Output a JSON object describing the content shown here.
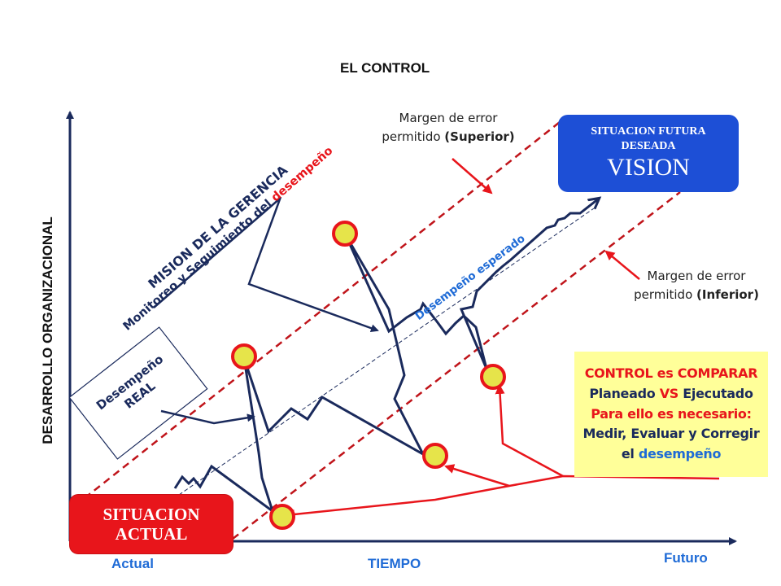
{
  "title": "EL CONTROL",
  "axes": {
    "y_label": "DESARROLLO ORGANIZACIONAL",
    "x_label": "TIEMPO",
    "x_start": "Actual",
    "x_end": "Futuro"
  },
  "situacion_actual": {
    "line1": "SITUACION",
    "line2": "ACTUAL"
  },
  "vision_box": {
    "line1": "SITUACION FUTURA",
    "line2": "DESEADA",
    "line3": "VISION"
  },
  "margin_superior": {
    "line1": "Margen de error",
    "line2_prefix": "permitido ",
    "line2_bold": "(Superior)"
  },
  "margin_inferior": {
    "line1": "Margen de error",
    "line2_prefix": "permitido ",
    "line2_bold": "(Inferior)"
  },
  "mision": {
    "line1": "MISION DE LA GERENCIA",
    "line2_prefix": "Monitoreo y Seguimiento del ",
    "line2_highlight": "desempeño"
  },
  "desempeno_esperado": "Desempeño esperado",
  "desempeno_real": {
    "line1": "Desempeño",
    "line2": "REAL"
  },
  "control_box": {
    "line1": "CONTROL es COMPARAR",
    "line2_a": "Planeado ",
    "line2_b": "VS",
    "line2_c": " Ejecutado",
    "line3": "Para ello es necesario:",
    "line4": "Medir, Evaluar y Corregir",
    "line5_a": "el ",
    "line5_b": "desempeño"
  },
  "colors": {
    "axis": "#1a2a5c",
    "real_path": "#1a2a5c",
    "margin_lines": "#c0141a",
    "arrows_red": "#e8151b",
    "checkpoint_fill": "#e6e44a",
    "checkpoint_ring": "#e8151b",
    "vision_box": "#1d4fd6",
    "actual_box": "#e8151b",
    "control_box": "#ffff99"
  }
}
